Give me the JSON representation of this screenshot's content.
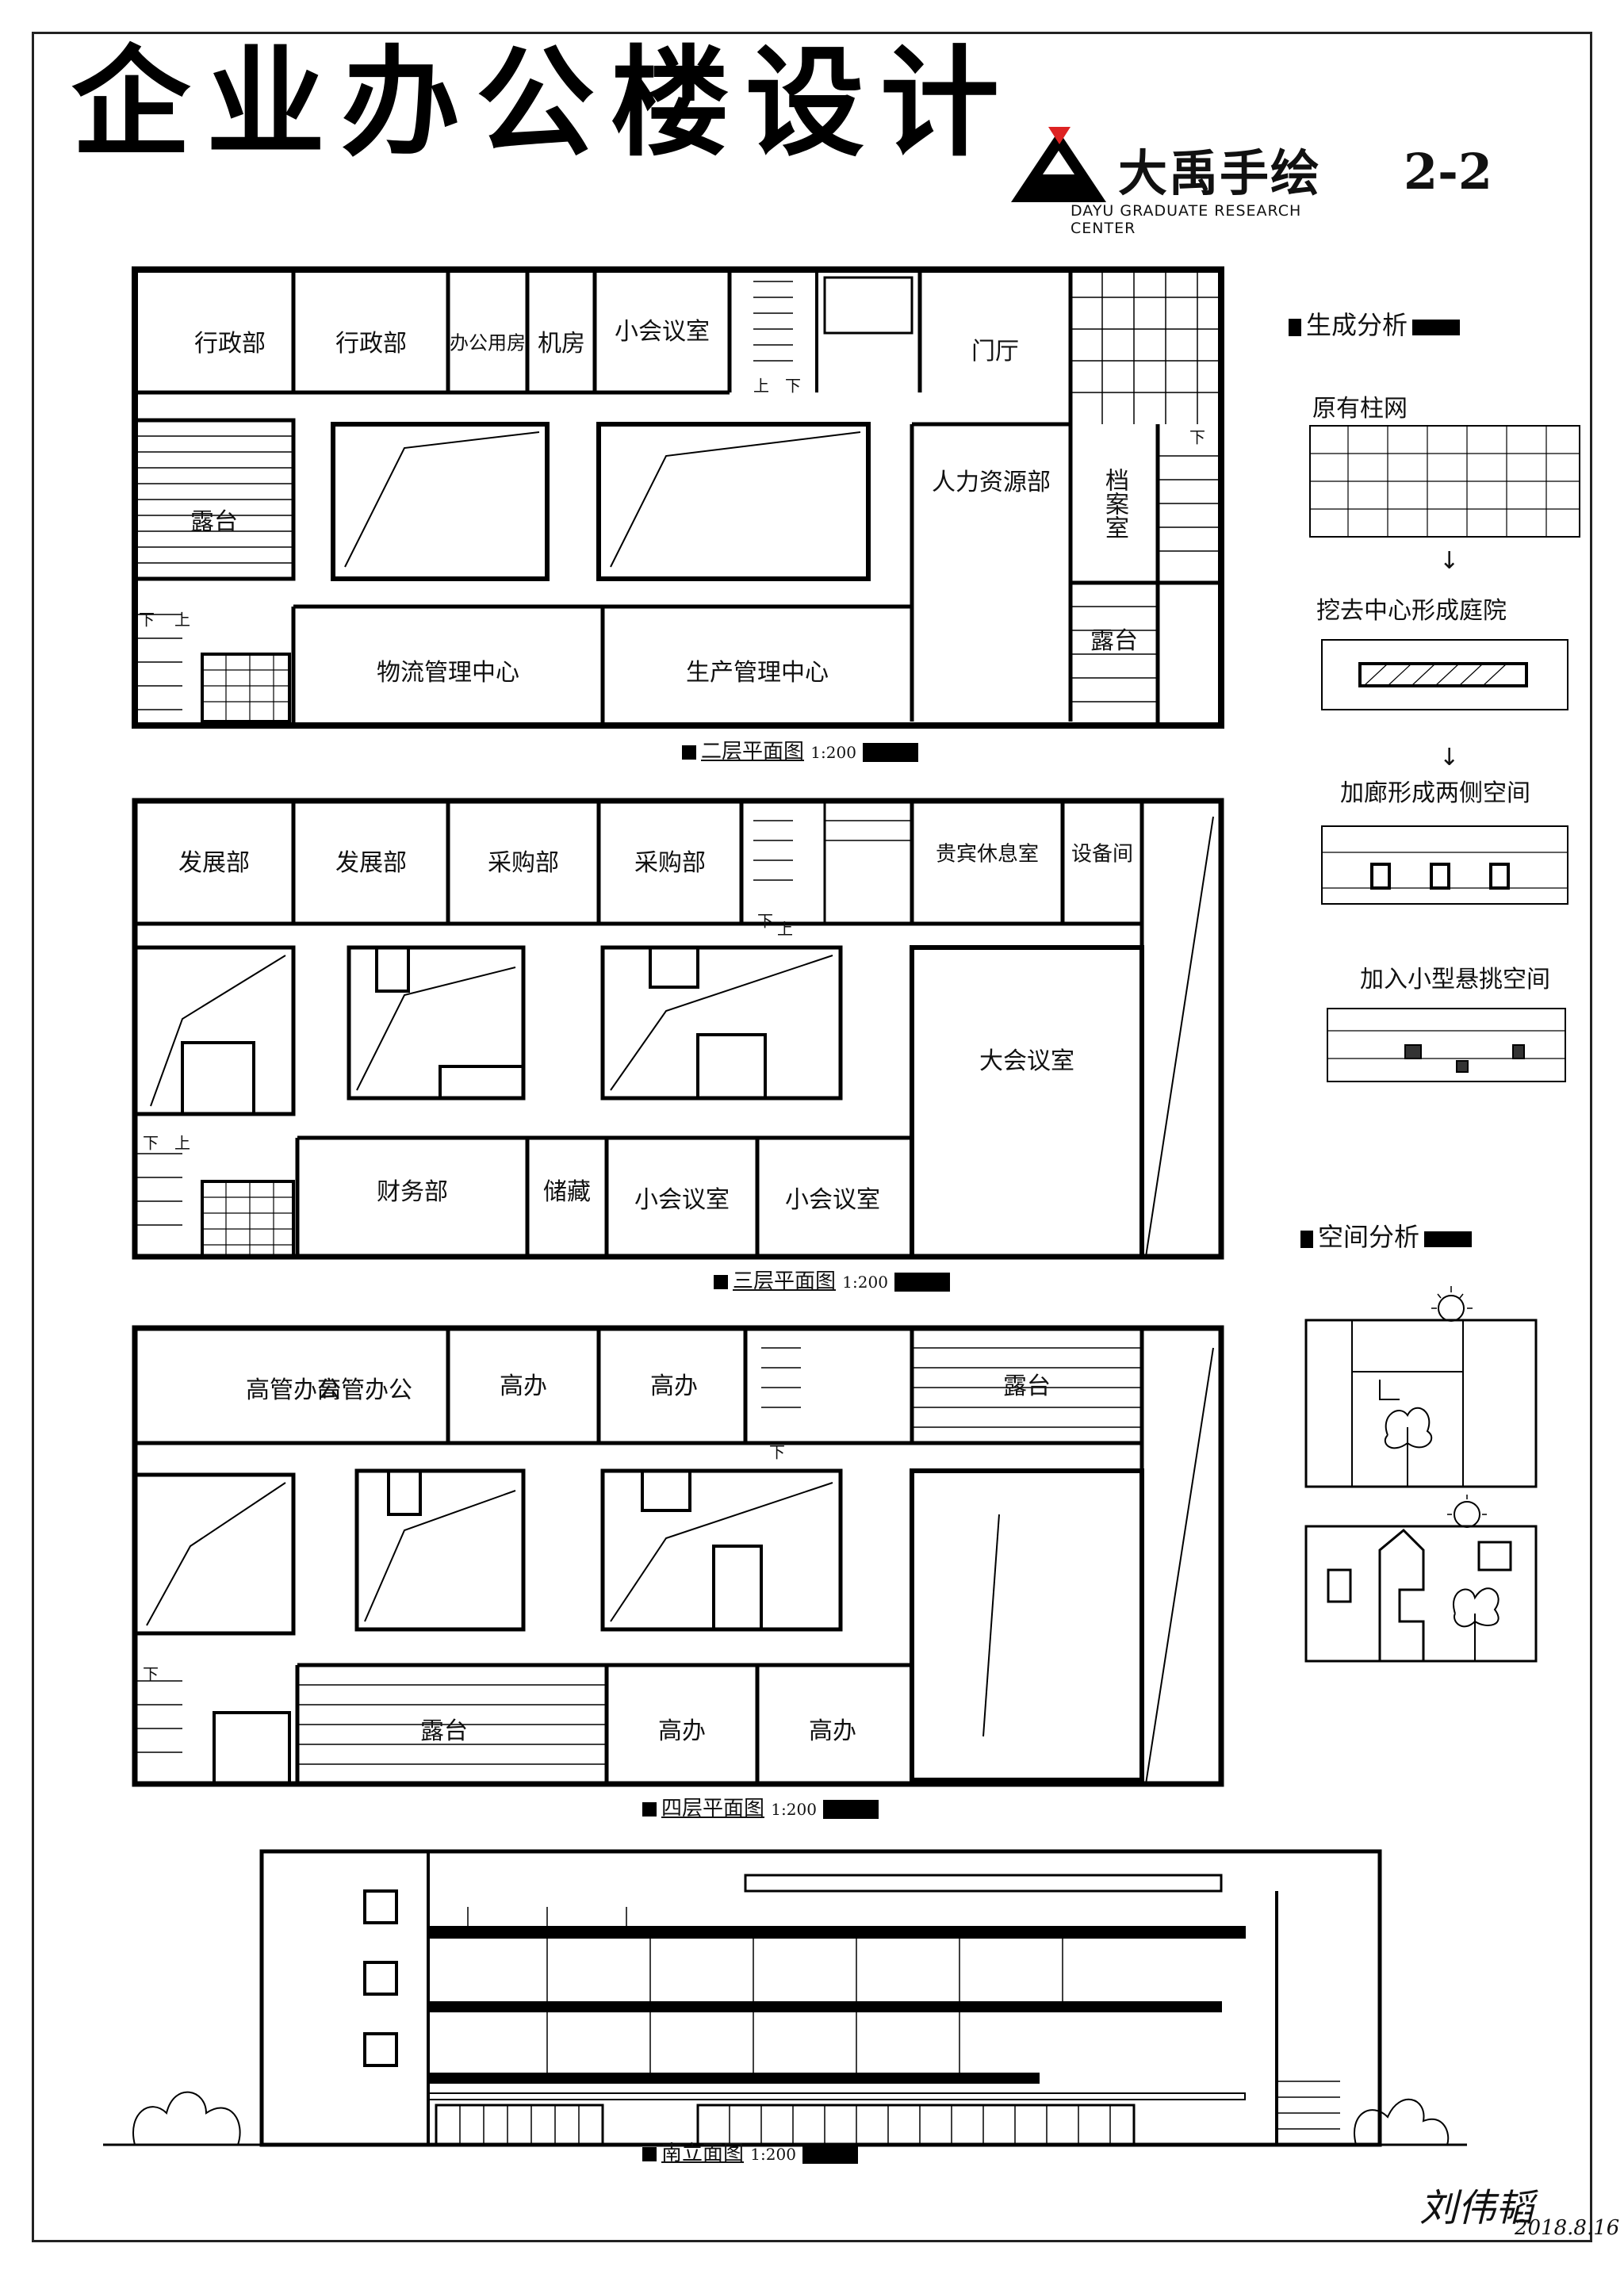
{
  "title": "企业办公楼设计",
  "title_suffix": "2-2",
  "logo": {
    "main": "大禹手绘",
    "sub": "DAYU GRADUATE RESEARCH CENTER"
  },
  "plans": [
    {
      "caption": "二层平面图",
      "scale": "1:200",
      "rooms": [
        "行政部",
        "行政部",
        "办公用房",
        "机房",
        "小会议室",
        "门厅",
        "露台",
        "人力资源部",
        "档案室",
        "露台",
        "物流管理中心",
        "生产管理中心"
      ],
      "stair_labels": [
        "上",
        "下",
        "上",
        "下",
        "下"
      ]
    },
    {
      "caption": "三层平面图",
      "scale": "1:200",
      "rooms": [
        "发展部",
        "发展部",
        "采购部",
        "采购部",
        "贵宾休息室",
        "设备间",
        "大会议室",
        "财务部",
        "储藏",
        "小会议室",
        "小会议室"
      ],
      "stair_labels": [
        "上",
        "下",
        "下",
        "上"
      ]
    },
    {
      "caption": "四层平面图",
      "scale": "1:200",
      "rooms": [
        "高管办公",
        "高管办公",
        "高办",
        "高办",
        "露台",
        "露台",
        "高办",
        "高办"
      ],
      "stair_labels": [
        "下",
        "下"
      ]
    }
  ],
  "elevation": {
    "caption": "南立面图",
    "scale": "1:200"
  },
  "side": {
    "form_analysis": "生成分析",
    "original_grid": "原有柱网",
    "step1": "挖去中心形成庭院",
    "step2": "加廊形成两侧空间",
    "step3": "加入小型悬挑空间",
    "space_analysis": "空间分析"
  },
  "signature": "刘伟韬",
  "date": "2018.8.16"
}
